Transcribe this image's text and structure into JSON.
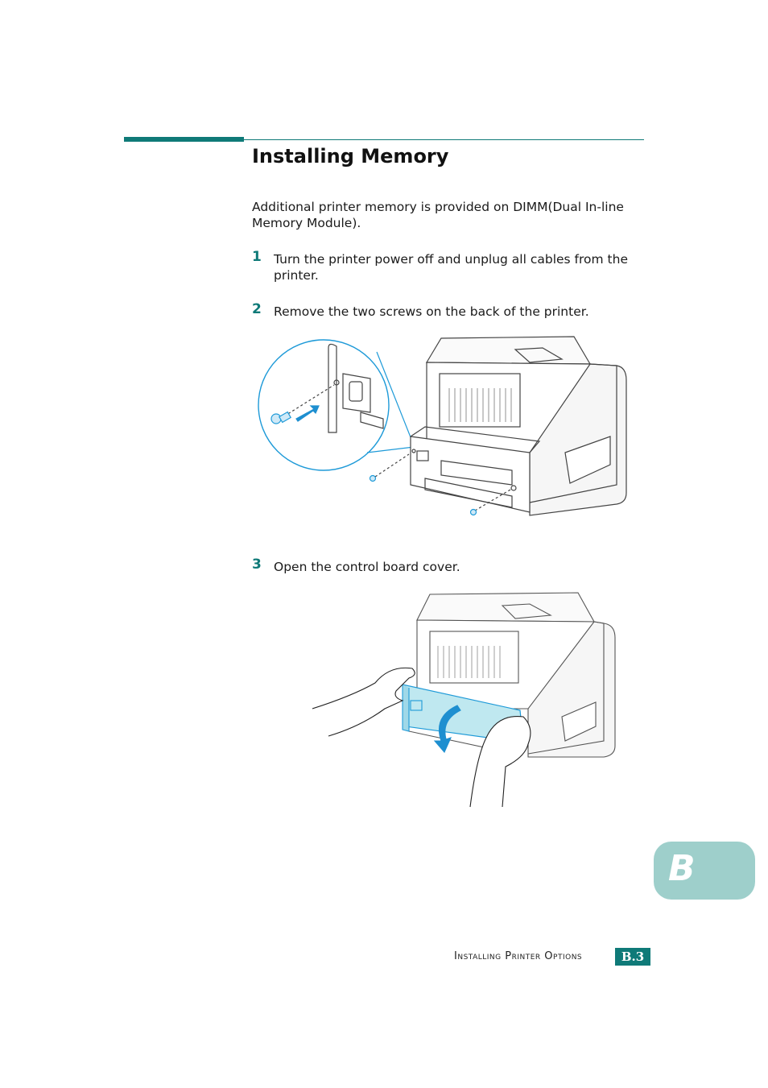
{
  "section": {
    "title": "Installing Memory",
    "intro": "Additional printer memory is provided on DIMM(Dual In-line Memory Module)."
  },
  "steps": [
    {
      "number": "1",
      "text": "Turn the printer power off and unplug all cables from the printer."
    },
    {
      "number": "2",
      "text": "Remove the two screws on the back of the printer."
    },
    {
      "number": "3",
      "text": "Open the control board cover."
    }
  ],
  "tab": {
    "letter": "B"
  },
  "footer": {
    "label": "Installing Printer Options",
    "page": "B.3"
  },
  "colors": {
    "accent": "#0f7a78",
    "tab": "#9ecfcb",
    "cover": "#bfe8f0"
  }
}
